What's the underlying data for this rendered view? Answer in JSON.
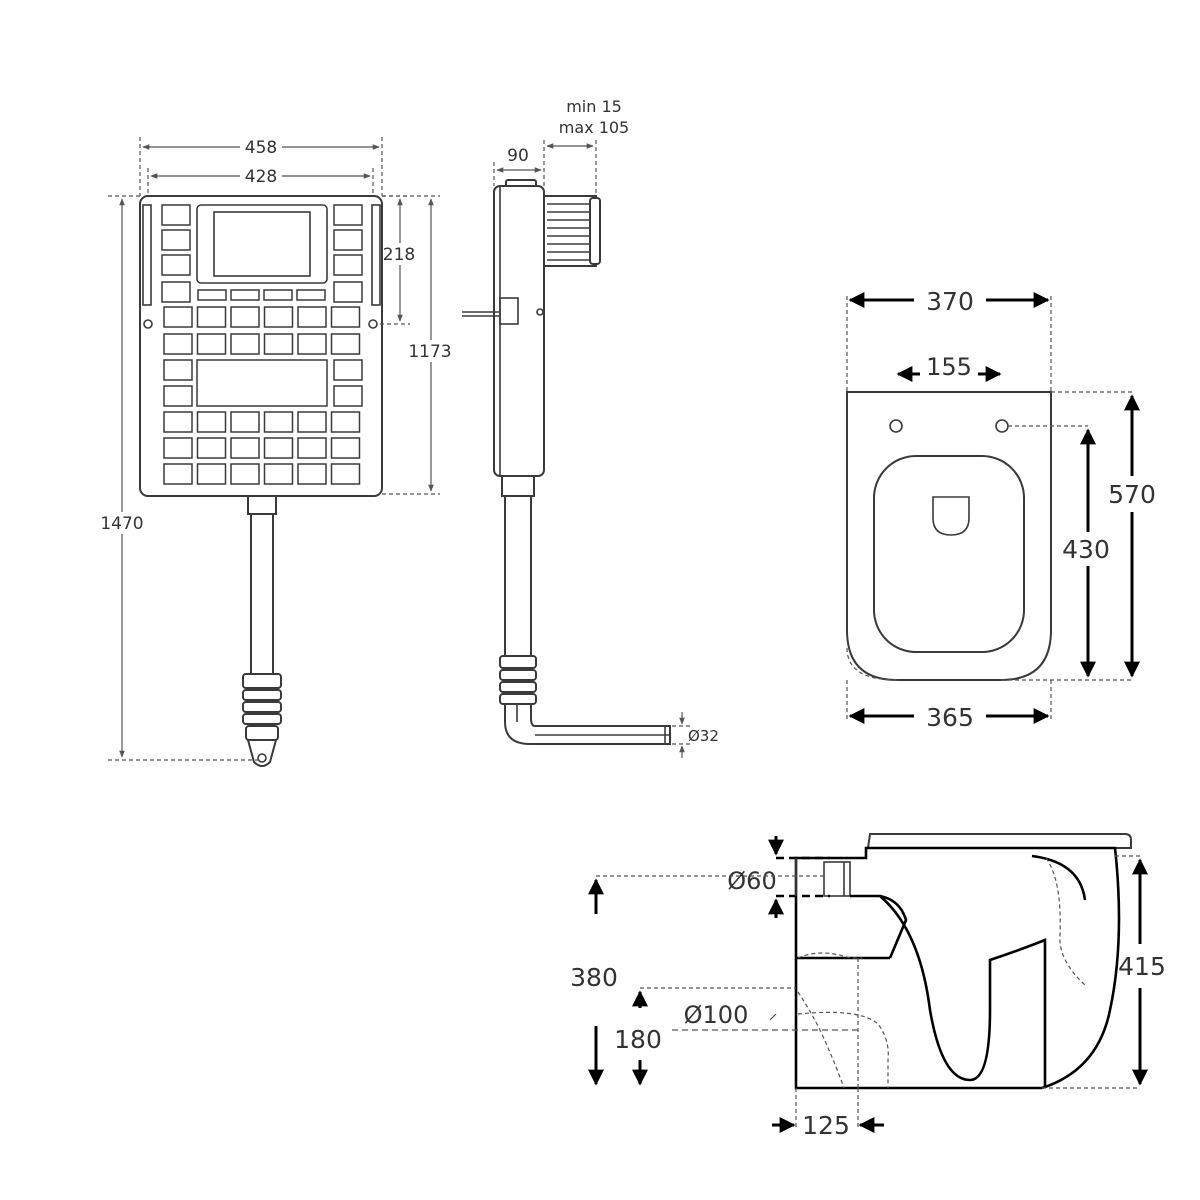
{
  "cistern_front": {
    "width_outer": "458",
    "width_inner": "428",
    "height_plate": "218",
    "height_frame": "1173",
    "height_total": "1470"
  },
  "cistern_side": {
    "depth": "90",
    "adjust_min": "min 15",
    "adjust_max": "max 105",
    "outlet_diameter": "Ø32"
  },
  "pan_top": {
    "width_rear": "370",
    "fixing_spacing": "155",
    "length": "570",
    "fixing_to_front": "430",
    "width_front": "365"
  },
  "pan_side": {
    "inlet_diameter": "Ø60",
    "inlet_height": "380",
    "outlet_height": "180",
    "outlet_diameter": "Ø100",
    "height": "415",
    "outlet_setback": "125"
  }
}
